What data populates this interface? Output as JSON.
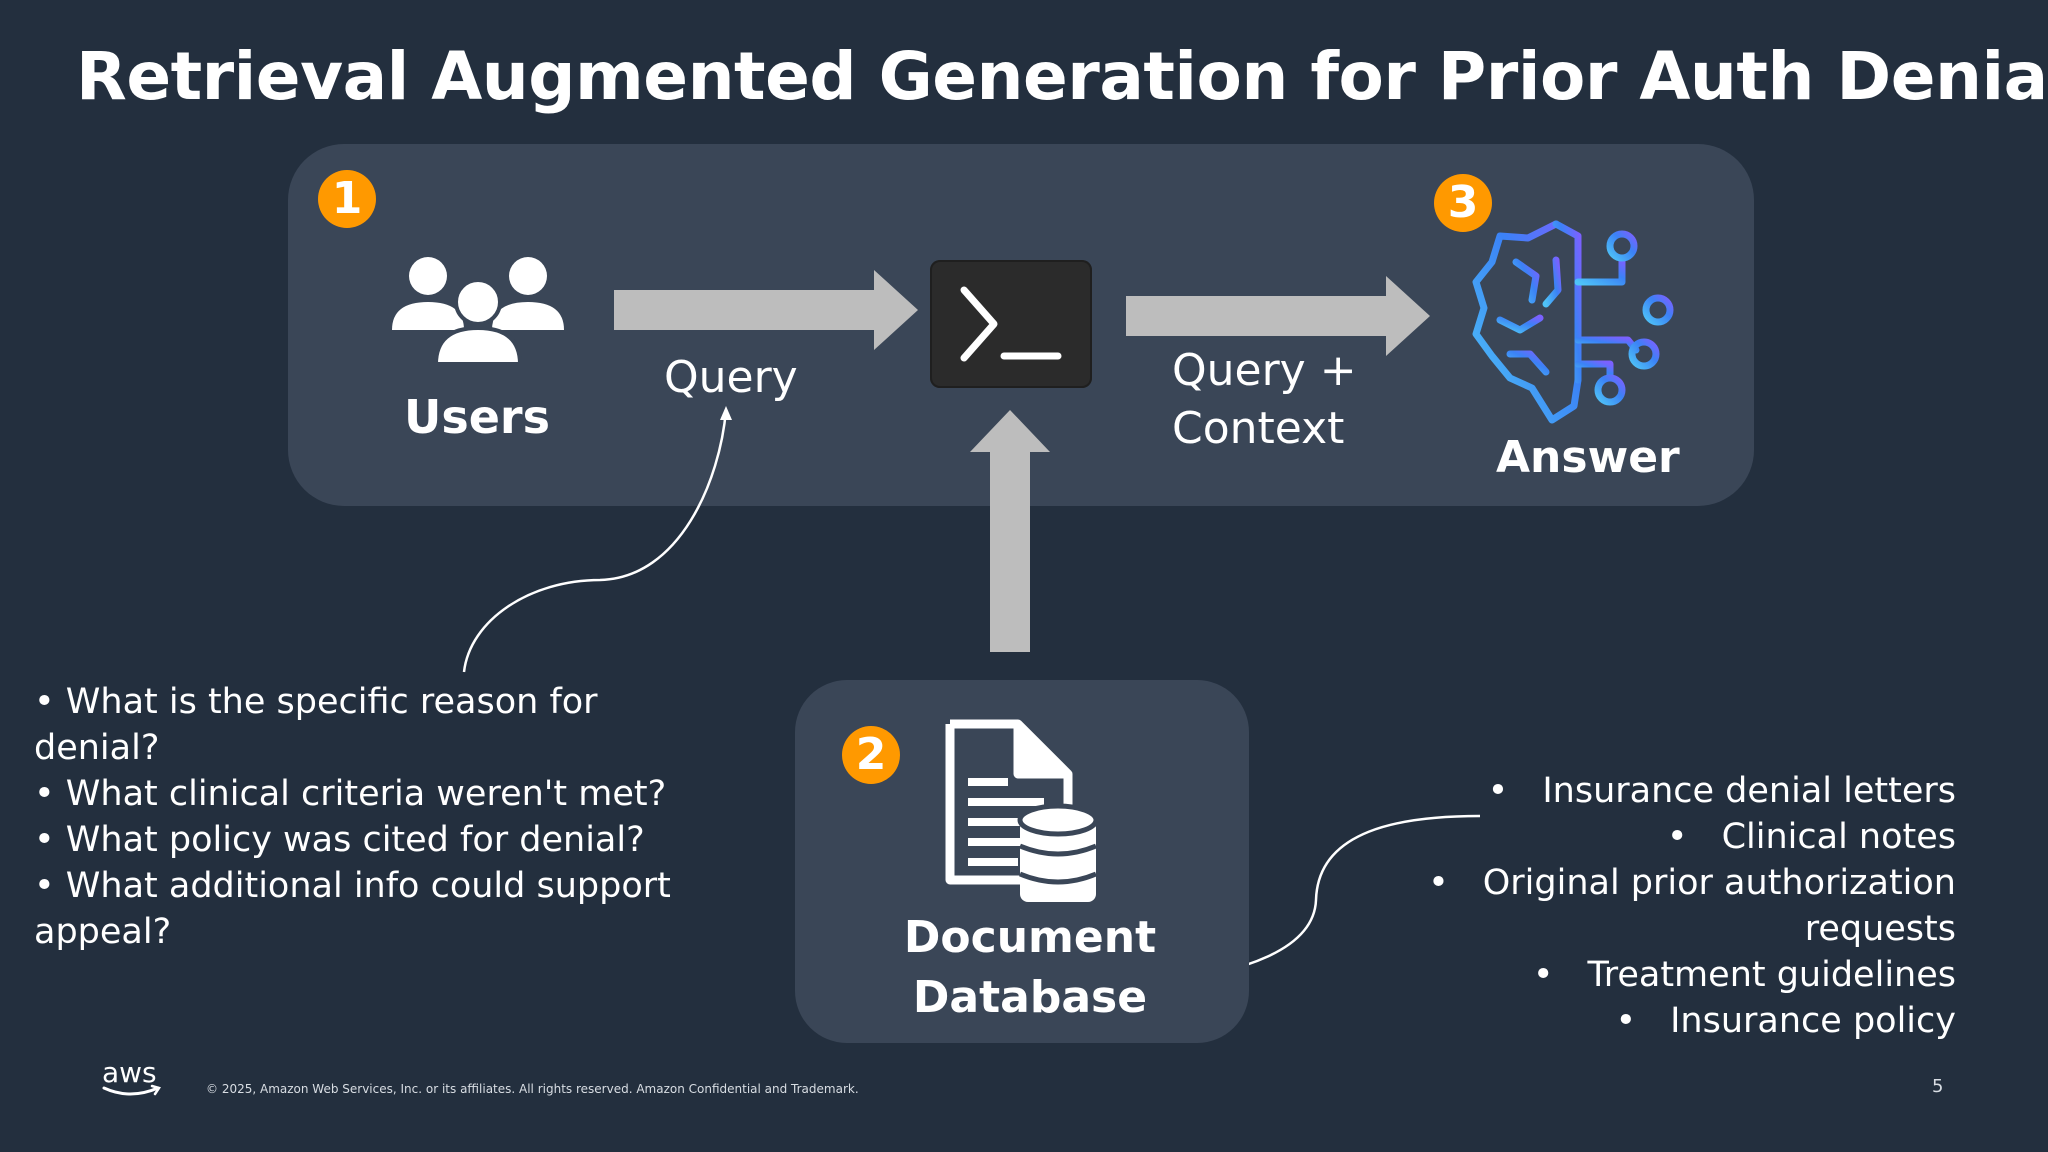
{
  "title": "Retrieval Augmented Generation for Prior Auth Denials",
  "steps": {
    "users": {
      "badge": "1",
      "label": "Users"
    },
    "answer": {
      "badge": "3",
      "label": "Answer"
    },
    "database": {
      "badge": "2",
      "label_line1": "Document",
      "label_line2": "Database"
    }
  },
  "arrows": {
    "query_label": "Query",
    "context_label_line1": "Query +",
    "context_label_line2": "Context"
  },
  "questions": [
    "What is the specific reason for denial?",
    "What clinical criteria weren't met?",
    "What policy was cited for denial?",
    "What additional info could support appeal?"
  ],
  "documents": [
    "Insurance denial letters",
    "Clinical notes",
    "Original prior authorization requests",
    "Treatment guidelines",
    "Insurance policy"
  ],
  "footer": {
    "copyright": "© 2025, Amazon Web Services, Inc. or its affiliates. All rights reserved. Amazon Confidential and Trademark.",
    "page_number": "5",
    "logo_text": "aws"
  },
  "colors": {
    "background": "#232f3e",
    "panel": "#3a4657",
    "badge": "#ff9900",
    "arrow": "#bdbdbd"
  },
  "icons": [
    "users-icon",
    "terminal-icon",
    "brain-circuit-icon",
    "document-database-icon"
  ]
}
